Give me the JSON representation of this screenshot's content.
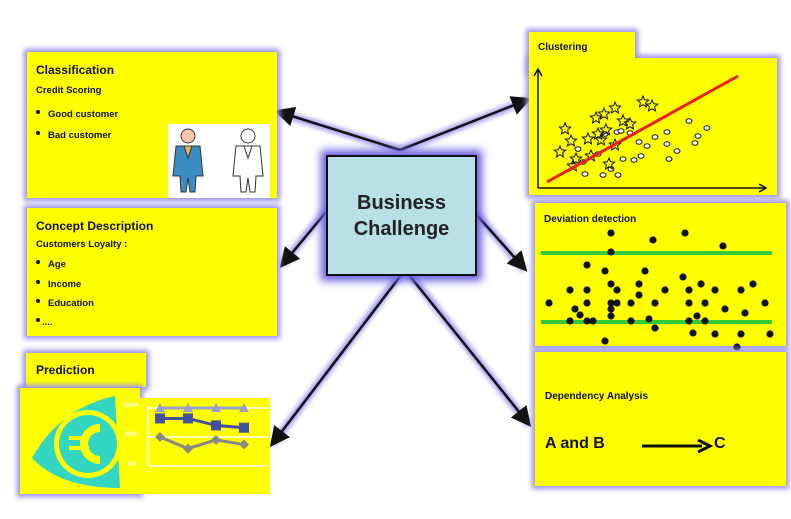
{
  "center": {
    "line1": "Business",
    "line2": "Challenge",
    "fill_color": "#b8e0e6",
    "glow_color": "#6b5fe0"
  },
  "panel_color": "#ffff00",
  "classification": {
    "title": "Classification",
    "subtitle": "Credit  Scoring",
    "bullets": [
      "Good  customer",
      "Bad  customer"
    ],
    "figures": [
      "good-customer-figure",
      "bad-customer-figure"
    ]
  },
  "concept": {
    "title": "Concept  Description",
    "subtitle": "Customers  Loyalty  :",
    "bullets": [
      "Age",
      "Income",
      "Education",
      "...."
    ]
  },
  "prediction": {
    "title": "Prediction",
    "icon": "euro-icon",
    "mini_chart": {
      "y_ticks": [
        "100%",
        "50%",
        "0%"
      ],
      "series": [
        {
          "name": "triangles",
          "color": "#9a9fd0",
          "values": [
            100,
            100,
            100,
            100
          ]
        },
        {
          "name": "squares",
          "color": "#3f51a0",
          "values": [
            82,
            82,
            70,
            66
          ]
        },
        {
          "name": "diamonds",
          "color": "#888888",
          "values": [
            50,
            30,
            45,
            37
          ]
        }
      ]
    }
  },
  "clustering": {
    "title": "Clustering",
    "trend_color": "#e8201a",
    "stars": [
      [
        22,
        45
      ],
      [
        28,
        57
      ],
      [
        33,
        75
      ],
      [
        45,
        55
      ],
      [
        48,
        72
      ],
      [
        53,
        34
      ],
      [
        55,
        50
      ],
      [
        61,
        30
      ],
      [
        58,
        56
      ],
      [
        63,
        46
      ],
      [
        66,
        80
      ],
      [
        72,
        24
      ],
      [
        72,
        61
      ],
      [
        80,
        37
      ],
      [
        87,
        40
      ],
      [
        100,
        18
      ],
      [
        109,
        22
      ],
      [
        17,
        68
      ],
      [
        30,
        82
      ]
    ],
    "circles": [
      [
        42,
        90
      ],
      [
        35,
        65
      ],
      [
        40,
        78
      ],
      [
        55,
        70
      ],
      [
        62,
        50
      ],
      [
        68,
        85
      ],
      [
        74,
        48
      ],
      [
        80,
        75
      ],
      [
        87,
        49
      ],
      [
        91,
        76
      ],
      [
        96,
        58
      ],
      [
        98,
        72
      ],
      [
        104,
        62
      ],
      [
        112,
        53
      ],
      [
        124,
        48
      ],
      [
        124,
        60
      ],
      [
        126,
        75
      ],
      [
        134,
        67
      ],
      [
        152,
        59
      ],
      [
        146,
        37
      ],
      [
        155,
        52
      ],
      [
        164,
        44
      ],
      [
        75,
        91
      ],
      [
        60,
        91
      ],
      [
        78,
        47
      ]
    ]
  },
  "deviation": {
    "title": "Deviation  detection",
    "line_color": "#33cc33",
    "points": [
      [
        66,
        30
      ],
      [
        108,
        37
      ],
      [
        140,
        30
      ],
      [
        178,
        43
      ],
      [
        66,
        49
      ],
      [
        42,
        62
      ],
      [
        60,
        68
      ],
      [
        100,
        68
      ],
      [
        138,
        74
      ],
      [
        156,
        81
      ],
      [
        25,
        87
      ],
      [
        42,
        87
      ],
      [
        66,
        81
      ],
      [
        72,
        87
      ],
      [
        94,
        81
      ],
      [
        120,
        87
      ],
      [
        144,
        87
      ],
      [
        170,
        87
      ],
      [
        196,
        87
      ],
      [
        208,
        81
      ],
      [
        4,
        100
      ],
      [
        42,
        100
      ],
      [
        66,
        100
      ],
      [
        72,
        100
      ],
      [
        86,
        100
      ],
      [
        94,
        92
      ],
      [
        110,
        100
      ],
      [
        144,
        100
      ],
      [
        160,
        100
      ],
      [
        220,
        100
      ],
      [
        30,
        106
      ],
      [
        66,
        106
      ],
      [
        180,
        106
      ],
      [
        200,
        110
      ],
      [
        35,
        112
      ],
      [
        66,
        113
      ],
      [
        48,
        118
      ],
      [
        25,
        118
      ],
      [
        42,
        118
      ],
      [
        86,
        118
      ],
      [
        104,
        116
      ],
      [
        144,
        118
      ],
      [
        152,
        113
      ],
      [
        160,
        118
      ],
      [
        110,
        125
      ],
      [
        148,
        130
      ],
      [
        170,
        131
      ],
      [
        196,
        131
      ],
      [
        225,
        131
      ],
      [
        60,
        138
      ],
      [
        192,
        144
      ]
    ]
  },
  "dependency": {
    "title": "Dependency  Analysis",
    "lhs": "A and B",
    "rhs": "C"
  }
}
